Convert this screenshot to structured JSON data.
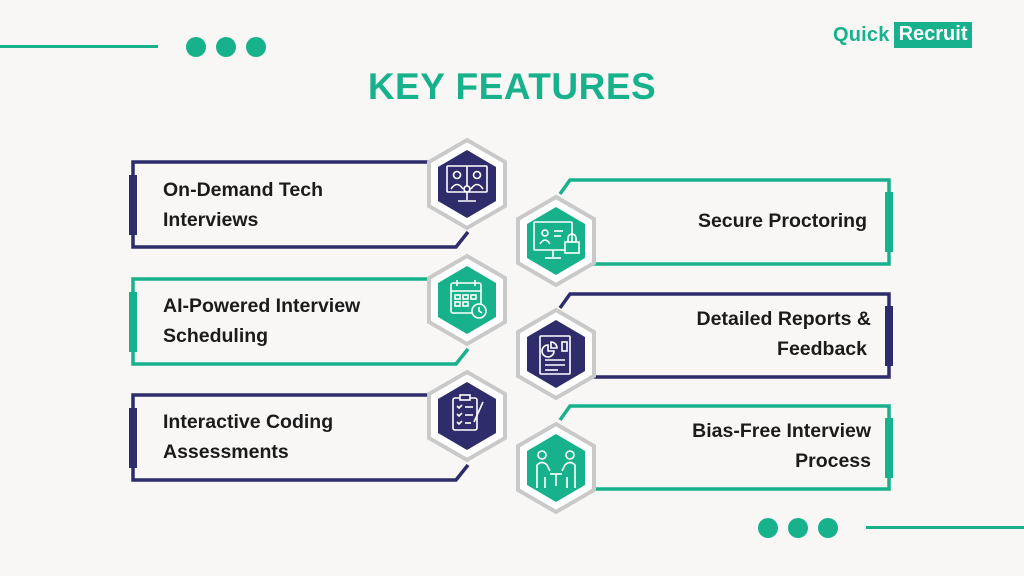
{
  "logo": {
    "part1": "Quick",
    "part2": "Recruit"
  },
  "title": "KEY FEATURES",
  "colors": {
    "green": "#17b28c",
    "navy": "#2e2c6b",
    "hex_border": "#c9c9c9",
    "background": "#f8f7f5"
  },
  "features": [
    {
      "line1": "On-Demand Tech",
      "line2": "Interviews",
      "icon": "video-interview-icon",
      "color": "navy"
    },
    {
      "line1": "Secure Proctoring",
      "line2": "",
      "icon": "screen-lock-icon",
      "color": "green"
    },
    {
      "line1": "AI-Powered Interview",
      "line2": "Scheduling",
      "icon": "calendar-clock-icon",
      "color": "green"
    },
    {
      "line1": "Detailed Reports &",
      "line2": "Feedback",
      "icon": "report-chart-icon",
      "color": "navy"
    },
    {
      "line1": "Interactive Coding",
      "line2": "Assessments",
      "icon": "checklist-icon",
      "color": "navy"
    },
    {
      "line1": "Bias-Free Interview",
      "line2": "Process",
      "icon": "people-talking-icon",
      "color": "green"
    }
  ]
}
